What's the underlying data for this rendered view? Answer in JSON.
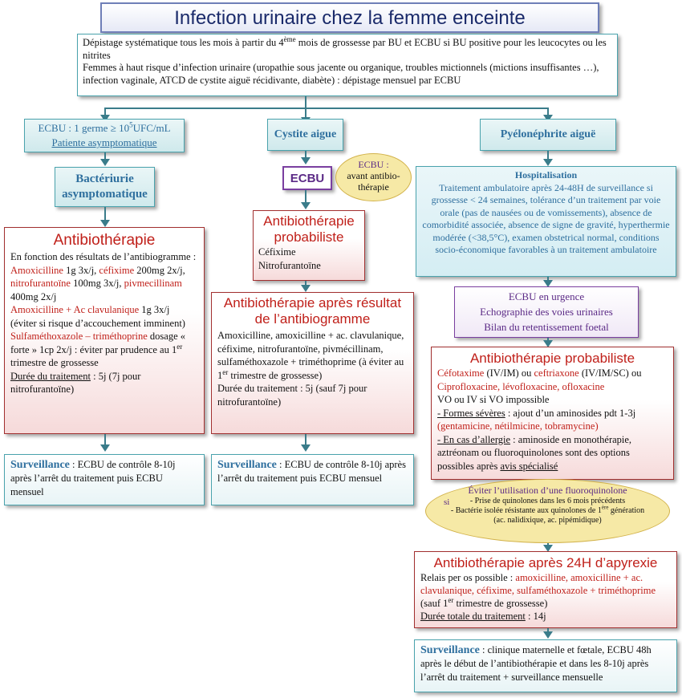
{
  "title": "Infection urinaire chez la femme enceinte",
  "screening": {
    "line1": "Dépistage systématique tous les mois à partir du 4",
    "sup1": "ème",
    "line1b": " mois de grossesse par BU et ECBU si BU positive pour les leucocytes  ou les nitrites",
    "line2": "Femmes à haut risque d’infection urinaire (uropathie sous jacente ou organique, troubles mictionnels (mictions insuffisantes …), infection vaginale, ATCD de cystite aiguë récidivante, diabète) : dépistage mensuel par ECBU"
  },
  "left": {
    "ecbu": "ECBU : 1 germe ≥ 10",
    "ecbu_sup": "5",
    "ecbu_unit": "UFC/mL",
    "patient": "Patiente asymptomatique",
    "bacteriurie": "Bactériurie asymptomatique",
    "abx_title": "Antibiothérapie",
    "abx_intro": "En fonction des résultats de l’antibiogramme  :",
    "amox": "Amoxicilline",
    "amox_dose": " 1g 3x/j, ",
    "cefixime": "céfixime",
    "cefixime_dose": " 200mg 2x/j, ",
    "nitro": "nitrofurantoïne",
    "nitro_dose": " 100mg 3x/j, ",
    "pivm": "pivmecillinam",
    "pivm_dose": " 400mg 2x/j",
    "amox_clav": "Amoxicilline + Ac clavulanique",
    "amox_clav_dose": " 1g 3x/j (éviter si risque d’accouchement imminent)",
    "smx": "Sulfaméthoxazole – triméthoprine",
    "smx_dose": " dosage « forte » 1cp 2x/j : éviter par prudence au 1",
    "smx_sup": "er",
    "smx_end": " trimestre de grossesse",
    "duree_label": "Durée du traitement",
    "duree_val": " : 5j (7j pour nitrofurantoïne)",
    "surv_label": "Surveillance",
    "surv_text": " : ECBU de contrôle 8-10j après l’arrêt du traitement puis ECBU mensuel"
  },
  "middle": {
    "cystite": "Cystite aigue",
    "ecbu": "ECBU",
    "oval": "ECBU : avant antibio-thérapie",
    "oval_l1": "ECBU :",
    "oval_l2": "avant antibio-",
    "oval_l3": "thérapie",
    "proba_title": "Antibiothérapie probabiliste",
    "proba_drug1": "Céfixime",
    "proba_drug2": "Nitrofurantoïne",
    "after_title": "Antibiothérapie après résultat de l’antibiogramme",
    "after_text1": "Amoxicilline, amoxicilline + ac. clavulanique, céfixime, nitrofurantoïne, pivmécillinam, sulfaméthoxazole + triméthoprime (à éviter au 1",
    "after_sup": "er",
    "after_text2": " trimestre de grossesse)",
    "after_duree": "Durée du traitement : 5j (sauf 7j pour nitrofurantoïne)",
    "surv_label": "Surveillance",
    "surv_text": " : ECBU de contrôle 8-10j après l’arrêt du traitement puis ECBU mensuel"
  },
  "right": {
    "pyelo": "Pyélonéphrite aiguë",
    "hosp_title": "Hospitalisation",
    "hosp_text": "Traitement ambulatoire après 24-48H de surveillance si grossesse < 24 semaines, tolérance d’un traitement par voie orale (pas de nausées ou de vomissements), absence de comorbidité associée, absence de signe de gravité, hyperthermie modérée (<38,5°C), examen obstetrical normal, conditions socio-économique favorables à un traitement ambulatoire",
    "urg1": "ECBU en urgence",
    "urg2": "Echographie des voies urinaires",
    "urg3": "Bilan du retentissement foetal",
    "proba_title": "Antibiothérapie probabiliste",
    "cefotax": "Céfotaxime",
    "cefotax_rest": " (IV/IM) ou ",
    "ceftri": "ceftriaxone",
    "ceftri_rest": " (IV/IM/SC) ou ",
    "quino": "Ciprofloxacine, lévofloxacine, ofloxacine",
    "vo": "VO ou IV si VO impossible",
    "severe_label": "- Formes sévères",
    "severe_text": " : ajout d’un aminosides pdt 1-3j ",
    "severe_drugs": "(gentamicine, nétilmicine, tobramycine)",
    "allergy_label": "- En cas d’allergie",
    "allergy_text": " : aminoside en monothérapie, aztréonam ou fluoroquinolones sont des options possibles après ",
    "allergy_end": "avis spécialisé",
    "oval_title": "Éviter l’utilisation d’une fluoroquinolone",
    "oval_si": "si",
    "oval_b1": "- Prise de quinolones dans les 6 mois précédents",
    "oval_b2a": "- Bactérie isolée résistante aux quinolones de 1",
    "oval_b2sup": "ère",
    "oval_b2b": " génération (ac. nalidixique, ac. pipémidique)",
    "apyrexie_title": "Antibiothérapie après 24H d’apyrexie",
    "relais_label": "Relais per os possible : ",
    "relais_drugs": "amoxicilline, amoxicilline + ac. clavulanique, céfixime, sulfaméthoxazole + triméthoprime",
    "relais_end1": " (sauf 1",
    "relais_sup": "er",
    "relais_end2": " trimestre de grossesse)",
    "duree_label": "Durée totale du traitement",
    "duree_val": " : 14j",
    "surv_label": "Surveillance",
    "surv_text": " : clinique maternelle et fœtale, ECBU 48h après le début de l’antibiothérapie et dans les 8-10j après l’arrêt du traitement + surveillance mensuelle"
  },
  "colors": {
    "teal": "#4aa3ad",
    "red": "#c0201a",
    "blue": "#2e6f9e",
    "purple": "#7a3fa0",
    "oval": "#f6e9a6"
  }
}
